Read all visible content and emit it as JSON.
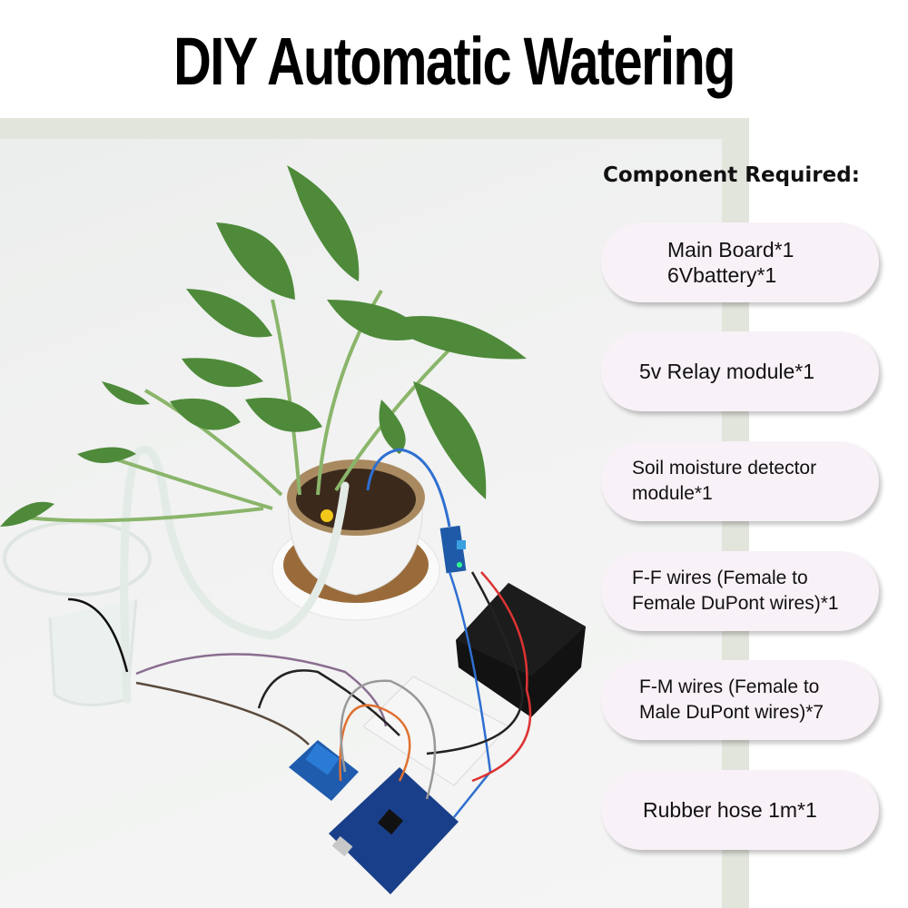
{
  "title": "DIY Automatic Watering",
  "components": {
    "heading": "Component Required:",
    "items": [
      {
        "lines": [
          "Main Board*1",
          "6Vbattery*1"
        ]
      },
      {
        "lines": [
          "5v Relay module*1"
        ]
      },
      {
        "lines": [
          "Soil moisture detector",
          "module*1"
        ]
      },
      {
        "lines": [
          "F-F wires (Female to",
          "Female DuPont wires)*1"
        ]
      },
      {
        "lines": [
          "F-M wires (Female to",
          "Male DuPont wires)*7"
        ]
      },
      {
        "lines": [
          "Rubber hose 1m*1"
        ]
      }
    ]
  },
  "photo": {
    "subjects": [
      "potted-plant",
      "water-glass",
      "rubber-hose",
      "soil-moisture-sensor",
      "battery-box",
      "breadboard",
      "relay-module",
      "main-board"
    ]
  },
  "colors": {
    "pill_fill": "#f8f1f7",
    "frame": "#e2e5dc",
    "leaf": "#4e8a3a"
  }
}
